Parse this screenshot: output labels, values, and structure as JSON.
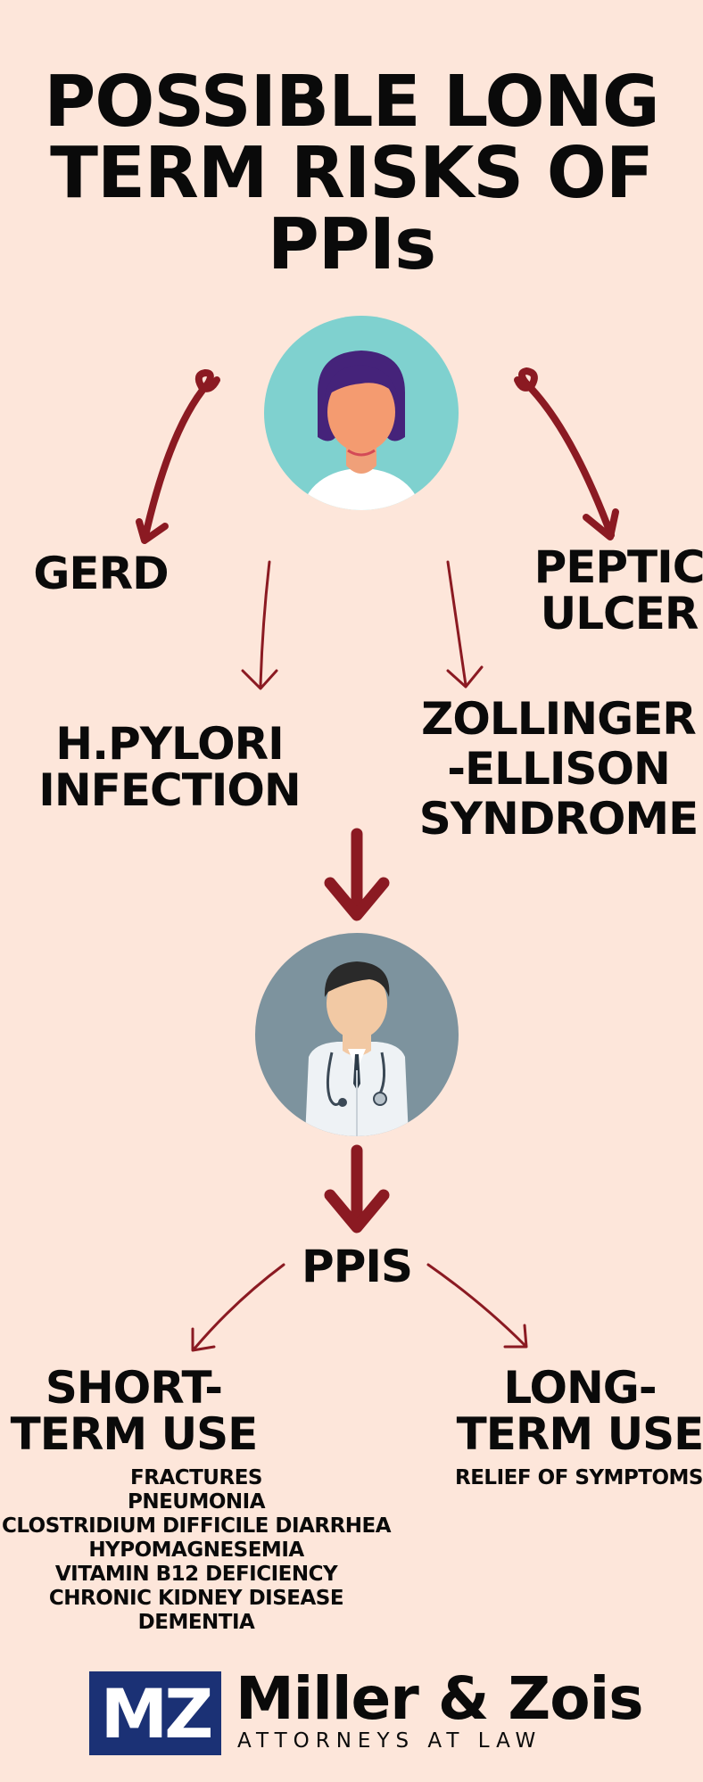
{
  "title_lines": [
    "POSSIBLE LONG",
    "TERM RISKS OF",
    "PPIs"
  ],
  "conditions": {
    "gerd": [
      "GERD"
    ],
    "peptic_ulcer": [
      "PEPTIC",
      "ULCER"
    ],
    "h_pylori": [
      "H.PYLORI",
      "INFECTION"
    ],
    "zollinger": [
      "ZOLLINGER",
      "-ELLISON",
      "SYNDROME"
    ]
  },
  "treatment": "PPIS",
  "short_term": {
    "heading": [
      "SHORT-",
      "TERM USE"
    ],
    "items": [
      "FRACTURES",
      "PNEUMONIA",
      "CLOSTRIDIUM DIFFICILE DIARRHEA",
      "HYPOMAGNESEMIA",
      "VITAMIN B12 DEFICIENCY",
      "CHRONIC KIDNEY DISEASE",
      "DEMENTIA"
    ]
  },
  "long_term": {
    "heading": [
      "LONG-",
      "TERM USE"
    ],
    "items": [
      "RELIEF OF SYMPTOMS"
    ]
  },
  "logo": {
    "mark": "MZ",
    "name": "Miller & Zois",
    "tagline": "ATTORNEYS AT LAW"
  },
  "colors": {
    "background": "#fde6da",
    "arrow": "#8b1a22",
    "patient_circle": "#7fd1cf",
    "doctor_circle": "#7d939e",
    "logo_blue": "#1b3175"
  }
}
